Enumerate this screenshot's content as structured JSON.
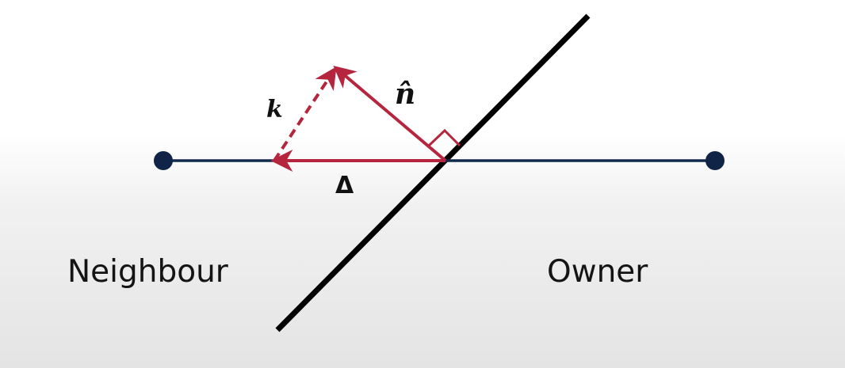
{
  "diagram": {
    "labels": {
      "neighbour": "Neighbour",
      "owner": "Owner",
      "k": "k",
      "n_hat": "n̂",
      "delta": "Δ"
    },
    "colors": {
      "vector": "#b5263e",
      "centre_line": "#102a4c",
      "cell_point": "#0f2447",
      "face": "#000000",
      "text": "#141414"
    }
  }
}
